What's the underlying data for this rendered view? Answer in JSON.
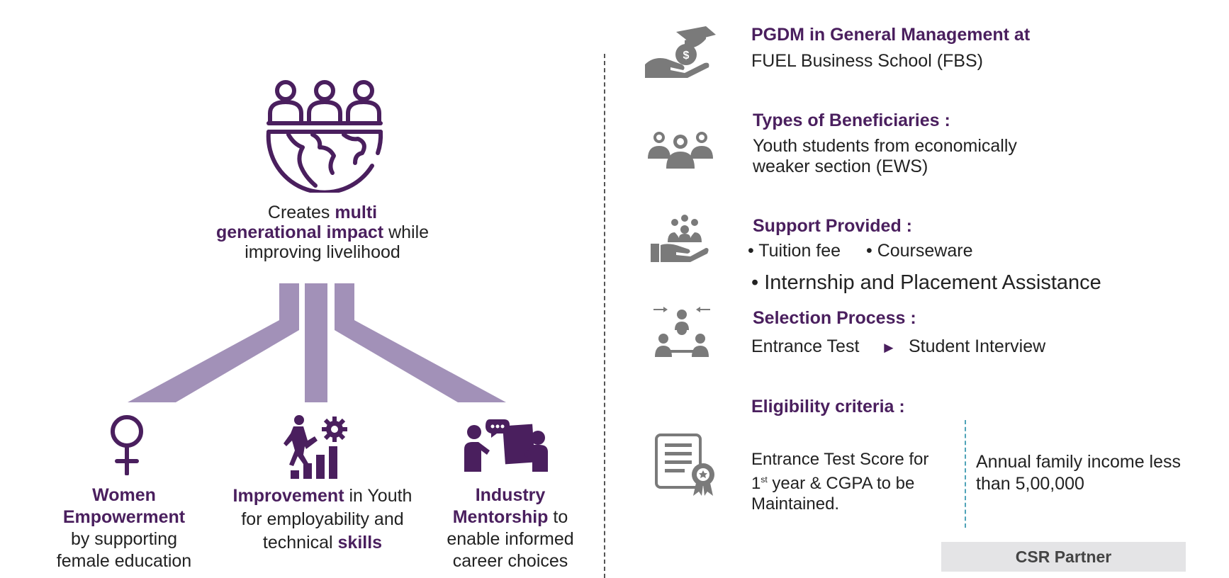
{
  "colors": {
    "brand_purple": "#4a1f5e",
    "light_purple": "#a291b8",
    "icon_gray": "#7a7a7a",
    "separator_teal": "#4fa3b8",
    "badge_bg": "#e4e4e6"
  },
  "icons": [
    "people-globe-icon",
    "female-symbol-icon",
    "stairs-gear-icon",
    "mentorship-icon",
    "hand-coin-graduation-icon",
    "group-beneficiaries-icon",
    "hand-people-icon",
    "selection-process-icon",
    "certificate-icon"
  ],
  "impact": {
    "line1_pre": "Creates ",
    "line1_bold": "multi",
    "line2_bold": "generational impact",
    "line2_post": " while",
    "line3": "improving livelihood"
  },
  "pillars": [
    {
      "bold_1": "Women",
      "bold_2": "Empowerment",
      "line3": "by supporting",
      "line4": "female education"
    },
    {
      "bold": "Improvement",
      "post": " in Youth",
      "line2": "for employability and",
      "line3_pre": "technical ",
      "line3_bold": "skills"
    },
    {
      "bold_1": "Industry",
      "bold_2": "Mentorship",
      "post": " to",
      "line3": "enable informed",
      "line4": "career choices"
    }
  ],
  "program": {
    "title": "PGDM in General Management at",
    "subtitle": "FUEL Business School (FBS)"
  },
  "beneficiaries": {
    "title": "Types of Beneficiaries :",
    "line1": "Youth students from economically",
    "line2": "weaker section (EWS)"
  },
  "support": {
    "title": "Support Provided :",
    "item1": "• Tuition fee",
    "item2": "• Courseware",
    "item3": "• Internship and Placement Assistance"
  },
  "selection": {
    "title": "Selection Process :",
    "step1": "Entrance Test",
    "arrow": "►",
    "step2": "Student Interview"
  },
  "eligibility": {
    "title": "Eligibility criteria :",
    "left_line1": "Entrance Test Score for",
    "left_line2_num": "1",
    "left_line2_sup": "st",
    "left_line2_post": " year & CGPA to be",
    "left_line3": "Maintained.",
    "right_line1": "Annual family income less",
    "right_line2": "than 5,00,000"
  },
  "badge": {
    "label": "CSR Partner"
  }
}
